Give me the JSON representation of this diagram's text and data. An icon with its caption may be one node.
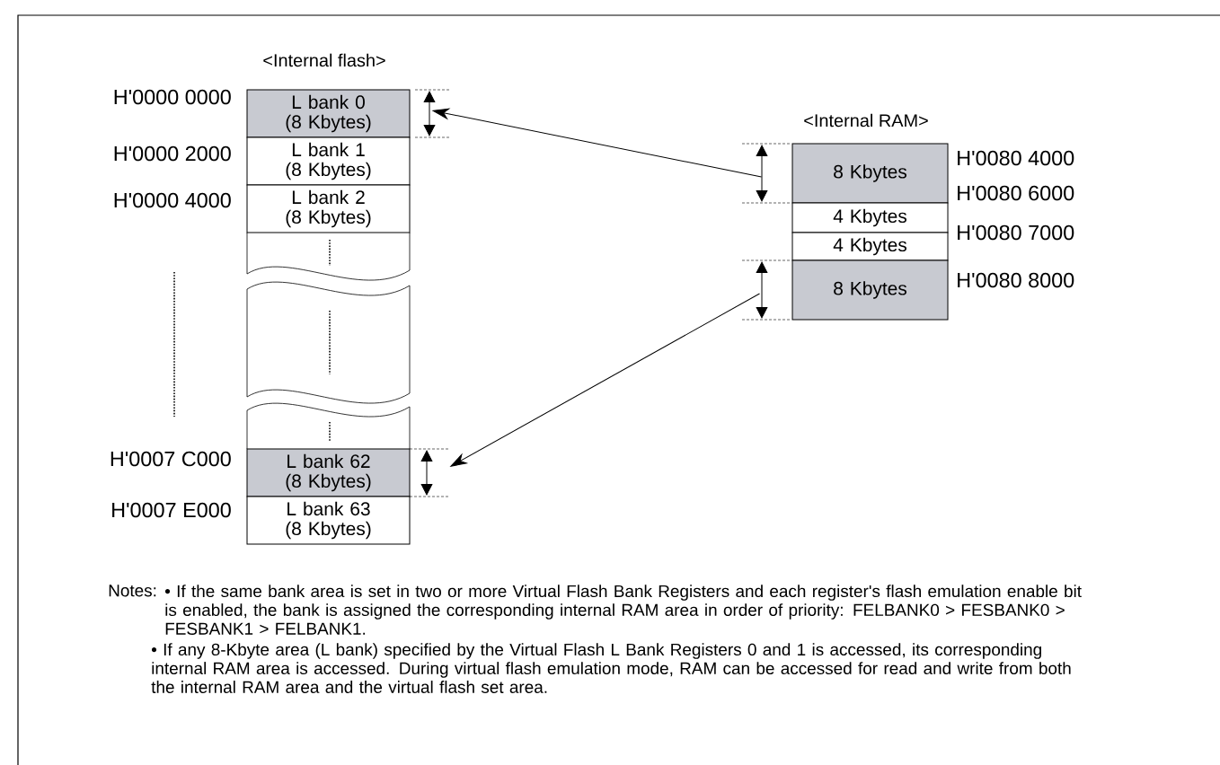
{
  "diagram": {
    "nodes": [
      {
        "text": [
          "L bank 0 (8 Kbytes)"
        ]
      },
      {
        "text": [
          "L bank 1 (8 Kbytes)"
        ]
      },
      {
        "text": [
          "L bank 2 (8 Kbytes)"
        ]
      },
      {
        "text": [
          "L bank 62 (8 Kbytes)"
        ]
      },
      {
        "text": [
          "L bank 63 (8 Kbytes)"
        ]
      },
      {
        "text": [
          "8 Kbytes"
        ]
      },
      {
        "text": [
          "4 Kbytes"
        ]
      },
      {
        "text": [
          "4 Kbytes"
        ]
      },
      {
        "text": [
          "8 Kbytes"
        ]
      }
    ],
    "edges": [
      {
        "from": 5,
        "to": 0,
        "arrow": "to"
      },
      {
        "from": 8,
        "to": 3,
        "arrow": "to"
      }
    ],
    "labels": [
      "<Internal flash>",
      "H'0000 0000",
      "H'0000 2000",
      "H'0000 4000",
      "H'0007 C000",
      "H'0007 E000",
      "<Internal RAM>",
      "H'0080 4000",
      "H'0080 6000",
      "H'0080 7000",
      "H'0080 8000",
      "Notes:",
      "• If the same bank area is set in two or more Virtual Flash Bank Registers and each register's flash emulation enable bit is enabled, the bank is assigned the corresponding internal RAM area in order of priority: FELBANK0 > FESBANK0 > FESBANK1 > FELBANK1.",
      "• If any 8-Kbyte area (L bank) specified by the Virtual Flash L Bank Registers 0 and 1 is accessed, its corresponding internal RAM area is accessed. During virtual flash emulation mode, RAM can be accessed for read and write from both the internal RAM area and the virtual flash set area."
    ]
  }
}
